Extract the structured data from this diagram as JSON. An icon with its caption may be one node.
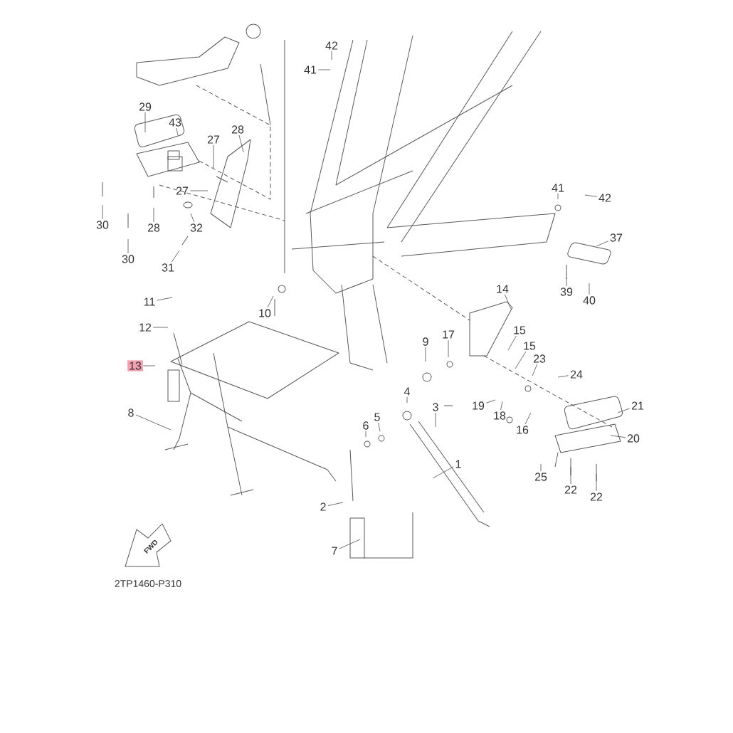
{
  "diagram": {
    "nodes": [
      {
        "text": [
          "42"
        ]
      },
      {
        "text": [
          "41"
        ]
      },
      {
        "text": [
          "29"
        ]
      },
      {
        "text": [
          "43"
        ]
      },
      {
        "text": [
          "27"
        ]
      },
      {
        "text": [
          "28"
        ]
      },
      {
        "text": [
          "41"
        ]
      },
      {
        "text": [
          "42"
        ]
      },
      {
        "text": [
          "27"
        ]
      },
      {
        "text": [
          "32"
        ]
      },
      {
        "text": [
          "28"
        ]
      },
      {
        "text": [
          "30"
        ]
      },
      {
        "text": [
          "30"
        ]
      },
      {
        "text": [
          "37"
        ]
      },
      {
        "text": [
          "31"
        ]
      },
      {
        "text": [
          "14"
        ]
      },
      {
        "text": [
          "39"
        ]
      },
      {
        "text": [
          "40"
        ]
      },
      {
        "text": [
          "11"
        ]
      },
      {
        "text": [
          "10"
        ]
      },
      {
        "text": [
          "12"
        ]
      },
      {
        "text": [
          "17"
        ]
      },
      {
        "text": [
          "9"
        ]
      },
      {
        "text": [
          "15"
        ]
      },
      {
        "text": [
          "15"
        ]
      },
      {
        "text": [
          "23"
        ]
      },
      {
        "text": [
          "24"
        ]
      },
      {
        "text": [
          "13"
        ]
      },
      {
        "text": [
          "4"
        ]
      },
      {
        "text": [
          "21"
        ]
      },
      {
        "text": [
          "19"
        ]
      },
      {
        "text": [
          "3"
        ]
      },
      {
        "text": [
          "18"
        ]
      },
      {
        "text": [
          "8"
        ]
      },
      {
        "text": [
          "5"
        ]
      },
      {
        "text": [
          "6"
        ]
      },
      {
        "text": [
          "16"
        ]
      },
      {
        "text": [
          "20"
        ]
      },
      {
        "text": [
          "1"
        ]
      },
      {
        "text": [
          "25"
        ]
      },
      {
        "text": [
          "22"
        ]
      },
      {
        "text": [
          "22"
        ]
      },
      {
        "text": [
          "2"
        ]
      },
      {
        "text": [
          "7"
        ]
      }
    ],
    "edges": [
      {
        "from": 0,
        "to": null,
        "arrow": "none"
      },
      {
        "from": 1,
        "to": null,
        "arrow": "none"
      },
      {
        "from": 2,
        "to": null,
        "arrow": "none"
      },
      {
        "from": 3,
        "to": null,
        "arrow": "none"
      },
      {
        "from": 4,
        "to": null,
        "arrow": "none"
      },
      {
        "from": 5,
        "to": null,
        "arrow": "none"
      },
      {
        "from": 6,
        "to": null,
        "arrow": "none"
      },
      {
        "from": 7,
        "to": null,
        "arrow": "none"
      },
      {
        "from": 8,
        "to": null,
        "arrow": "none"
      },
      {
        "from": 9,
        "to": null,
        "arrow": "none"
      },
      {
        "from": 10,
        "to": null,
        "arrow": "none"
      },
      {
        "from": 11,
        "to": null,
        "arrow": "none"
      },
      {
        "from": 12,
        "to": null,
        "arrow": "none"
      },
      {
        "from": 13,
        "to": null,
        "arrow": "none"
      },
      {
        "from": 14,
        "to": null,
        "arrow": "none"
      },
      {
        "from": 15,
        "to": null,
        "arrow": "none"
      },
      {
        "from": 16,
        "to": null,
        "arrow": "none"
      },
      {
        "from": 17,
        "to": null,
        "arrow": "none"
      },
      {
        "from": 18,
        "to": null,
        "arrow": "none"
      },
      {
        "from": 19,
        "to": null,
        "arrow": "none"
      },
      {
        "from": 20,
        "to": null,
        "arrow": "none"
      },
      {
        "from": 21,
        "to": null,
        "arrow": "none"
      },
      {
        "from": 22,
        "to": null,
        "arrow": "none"
      },
      {
        "from": 23,
        "to": null,
        "arrow": "none"
      },
      {
        "from": 24,
        "to": null,
        "arrow": "none"
      },
      {
        "from": 25,
        "to": null,
        "arrow": "none"
      },
      {
        "from": 26,
        "to": null,
        "arrow": "none"
      },
      {
        "from": 27,
        "to": null,
        "arrow": "none"
      },
      {
        "from": 28,
        "to": null,
        "arrow": "none"
      },
      {
        "from": 29,
        "to": null,
        "arrow": "none"
      },
      {
        "from": 30,
        "to": null,
        "arrow": "none"
      },
      {
        "from": 31,
        "to": null,
        "arrow": "none"
      },
      {
        "from": 32,
        "to": null,
        "arrow": "none"
      },
      {
        "from": 33,
        "to": null,
        "arrow": "none"
      },
      {
        "from": 34,
        "to": null,
        "arrow": "none"
      },
      {
        "from": 35,
        "to": null,
        "arrow": "none"
      },
      {
        "from": 36,
        "to": null,
        "arrow": "none"
      },
      {
        "from": 37,
        "to": null,
        "arrow": "none"
      },
      {
        "from": 38,
        "to": null,
        "arrow": "none"
      },
      {
        "from": 39,
        "to": null,
        "arrow": "none"
      },
      {
        "from": 40,
        "to": null,
        "arrow": "none"
      },
      {
        "from": 41,
        "to": null,
        "arrow": "none"
      },
      {
        "from": 42,
        "to": null,
        "arrow": "none"
      },
      {
        "from": 43,
        "to": null,
        "arrow": "none"
      }
    ],
    "labels": [
      "FWD",
      "2TP1460-P310"
    ]
  }
}
